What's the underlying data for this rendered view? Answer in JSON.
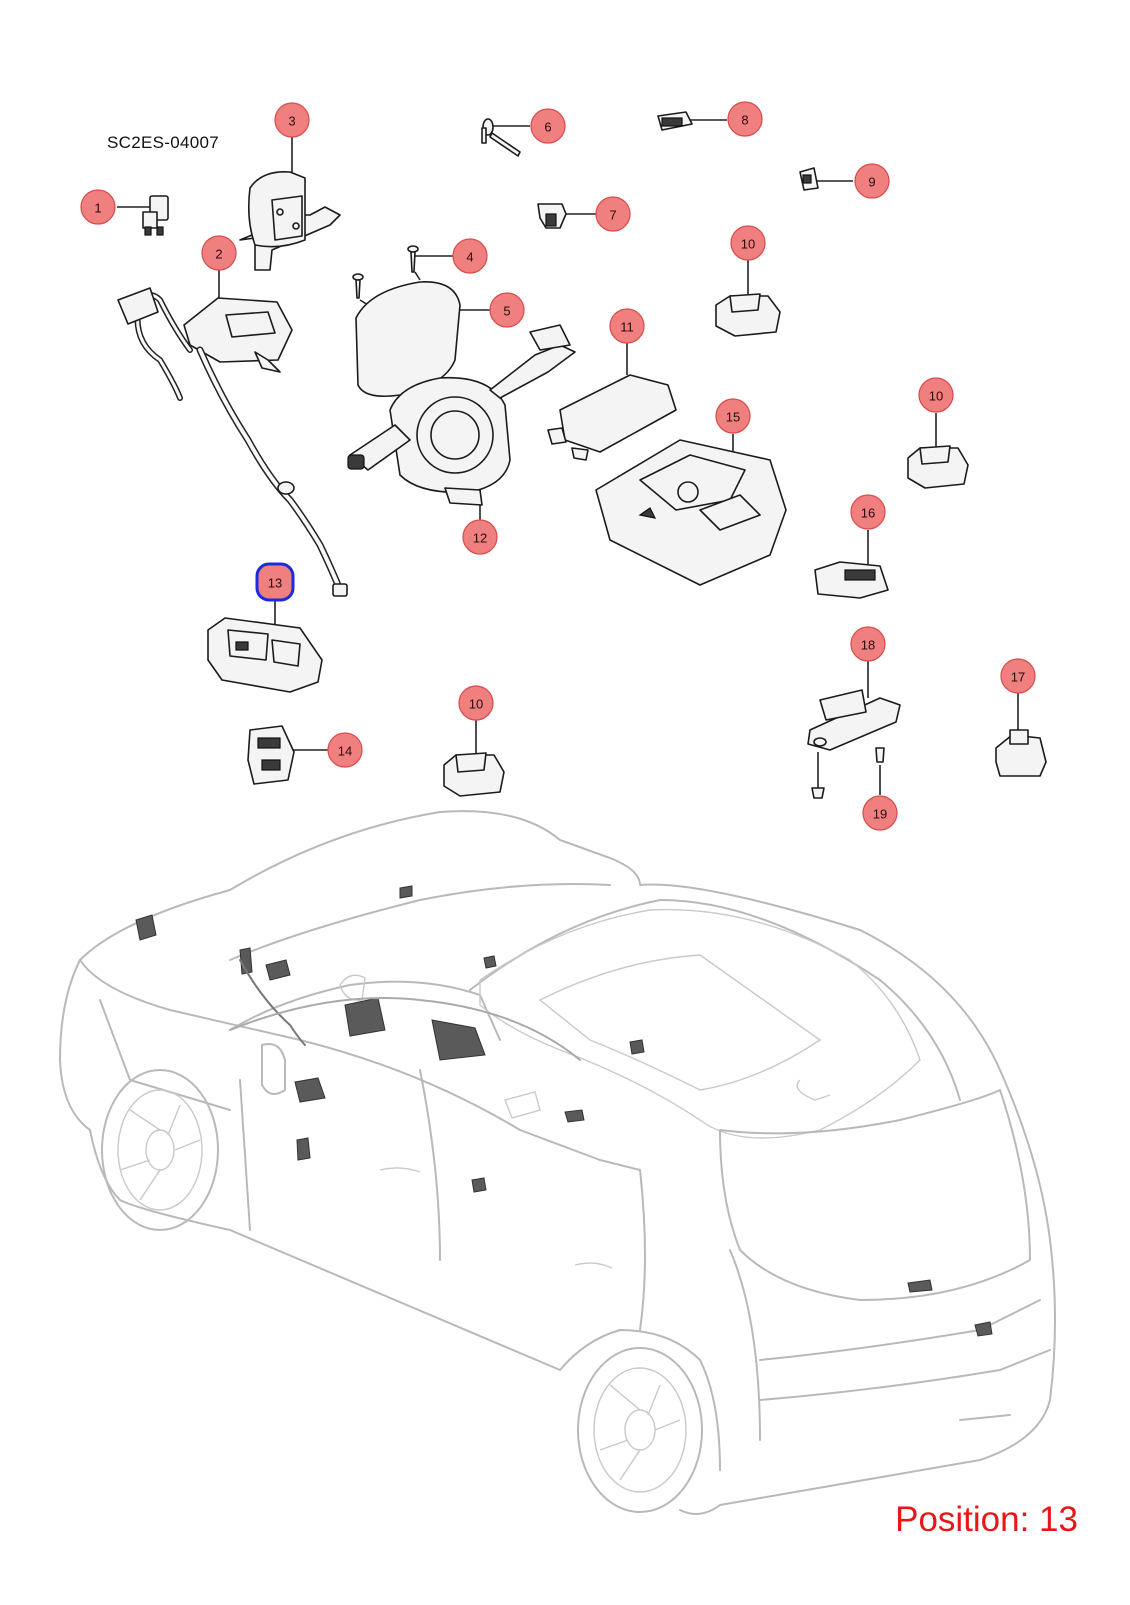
{
  "document_code": "SC2ES-04007",
  "position_label": "Position: 13",
  "highlighted_position": "13",
  "colors": {
    "callout_fill": "#f08080",
    "callout_stroke": "#d94a4a",
    "highlight_stroke": "#1a2ce0",
    "position_text": "#e8161b"
  },
  "callouts": [
    {
      "id": "1",
      "label": "1"
    },
    {
      "id": "2",
      "label": "2"
    },
    {
      "id": "3",
      "label": "3"
    },
    {
      "id": "4",
      "label": "4"
    },
    {
      "id": "5",
      "label": "5"
    },
    {
      "id": "6",
      "label": "6"
    },
    {
      "id": "7",
      "label": "7"
    },
    {
      "id": "8",
      "label": "8"
    },
    {
      "id": "9",
      "label": "9"
    },
    {
      "id": "10a",
      "label": "10"
    },
    {
      "id": "10b",
      "label": "10"
    },
    {
      "id": "10c",
      "label": "10"
    },
    {
      "id": "11",
      "label": "11"
    },
    {
      "id": "12",
      "label": "12"
    },
    {
      "id": "13",
      "label": "13"
    },
    {
      "id": "14",
      "label": "14"
    },
    {
      "id": "15",
      "label": "15"
    },
    {
      "id": "16",
      "label": "16"
    },
    {
      "id": "17",
      "label": "17"
    },
    {
      "id": "18",
      "label": "18"
    },
    {
      "id": "19",
      "label": "19"
    }
  ]
}
